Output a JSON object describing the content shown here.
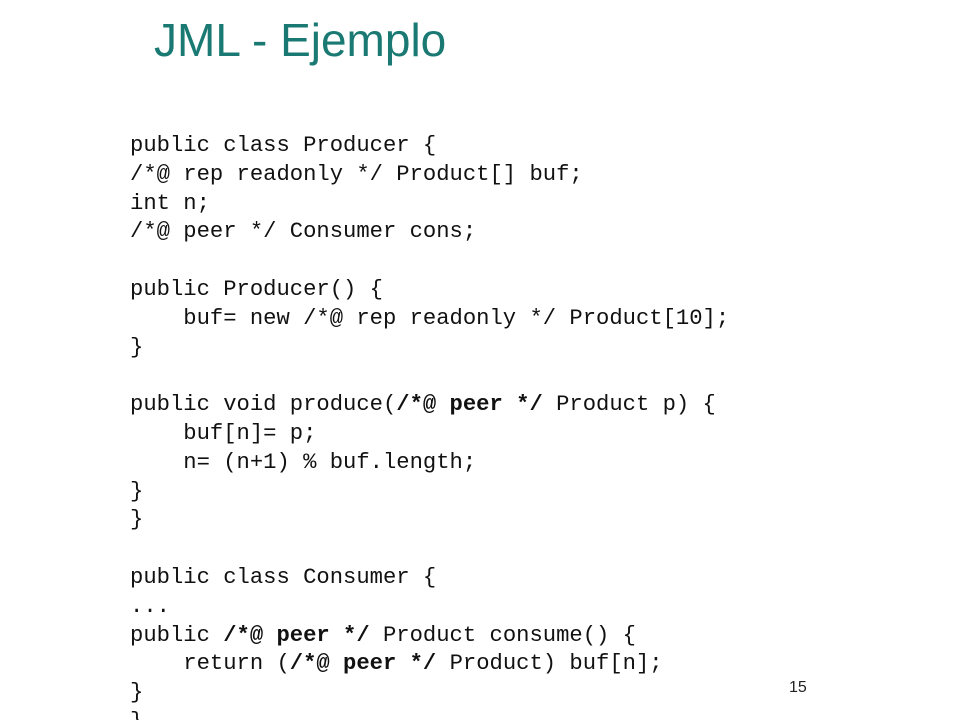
{
  "slide": {
    "title": "JML - Ejemplo",
    "page_number": "15",
    "accent_color": "#1a7a73",
    "code_lines": [
      [
        {
          "text": "public class Producer {"
        }
      ],
      [
        {
          "text": "/*@ rep readonly */ Product[] buf;"
        }
      ],
      [
        {
          "text": "int n;"
        }
      ],
      [
        {
          "text": "/*@ peer */ Consumer cons;"
        }
      ],
      [
        {
          "text": ""
        }
      ],
      [
        {
          "text": "public Producer() {"
        }
      ],
      [
        {
          "text": "    buf= new /*@ rep readonly */ Product[10];"
        }
      ],
      [
        {
          "text": "}"
        }
      ],
      [
        {
          "text": ""
        }
      ],
      [
        {
          "text": "public void produce("
        },
        {
          "text": "/*@ peer */",
          "bold": true
        },
        {
          "text": " Product p) {"
        }
      ],
      [
        {
          "text": "    buf[n]= p;"
        }
      ],
      [
        {
          "text": "    n= (n+1) % buf.length;"
        }
      ],
      [
        {
          "text": "}"
        }
      ],
      [
        {
          "text": "}"
        }
      ],
      [
        {
          "text": ""
        }
      ],
      [
        {
          "text": "public class Consumer {"
        }
      ],
      [
        {
          "text": "..."
        }
      ],
      [
        {
          "text": "public "
        },
        {
          "text": "/*@ peer */",
          "bold": true
        },
        {
          "text": " Product consume() {"
        }
      ],
      [
        {
          "text": "    return ("
        },
        {
          "text": "/*@ peer */",
          "bold": true
        },
        {
          "text": " Product) buf[n];"
        }
      ],
      [
        {
          "text": "}"
        }
      ],
      [
        {
          "text": "}"
        }
      ]
    ]
  }
}
